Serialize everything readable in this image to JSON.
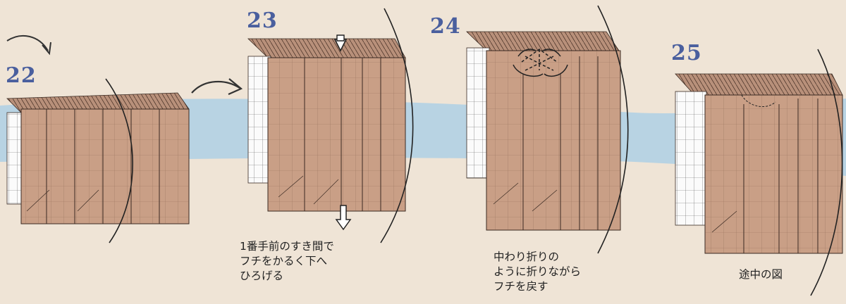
{
  "steps": [
    {
      "number": "22",
      "caption": ""
    },
    {
      "number": "23",
      "caption": "1番手前のすき間で\nフチをかるく下へ\nひろげる"
    },
    {
      "number": "24",
      "caption": "中わり折りの\nように折りながら\nフチを戻す"
    },
    {
      "number": "25",
      "caption": "途中の図"
    }
  ],
  "colors": {
    "background": "#efe4d6",
    "water_band": "#b8d3e3",
    "paper_brown": "#c99f86",
    "paper_white": "#fbfbfb",
    "step_number": "#4a5f9e",
    "line": "#3a2a22"
  },
  "icons": [
    "curved-arrow-icon",
    "push-arrow-icon",
    "pull-down-arrow-icon",
    "inside-reverse-fold-arrows-icon"
  ]
}
